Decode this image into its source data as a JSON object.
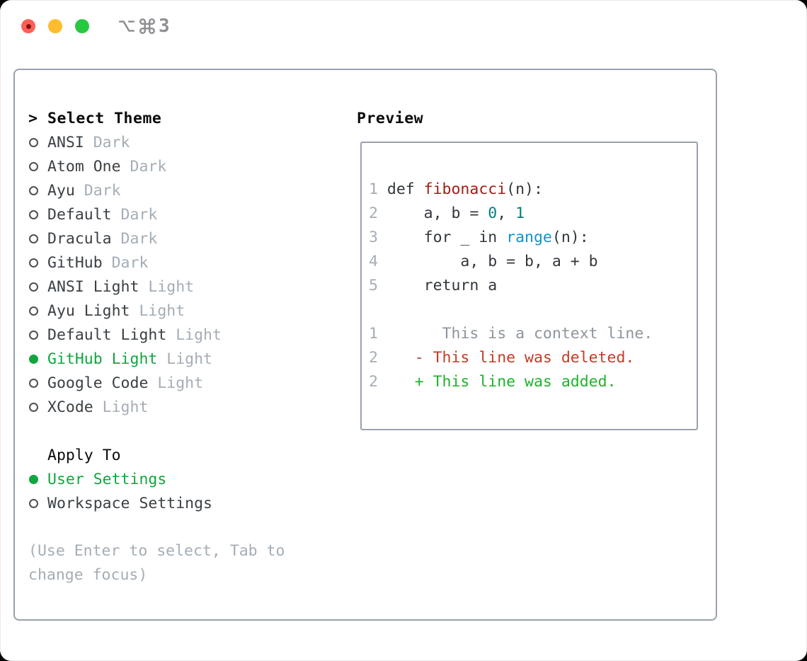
{
  "titlebar": {
    "shortcut_icons": [
      "option-key-icon",
      "command-key-icon"
    ],
    "shortcut_digit": "3"
  },
  "left": {
    "prompt": ">",
    "title": "Select Theme",
    "themes": [
      {
        "name": "ANSI",
        "variant": "Dark",
        "selected": false
      },
      {
        "name": "Atom One",
        "variant": "Dark",
        "selected": false
      },
      {
        "name": "Ayu",
        "variant": "Dark",
        "selected": false
      },
      {
        "name": "Default",
        "variant": "Dark",
        "selected": false
      },
      {
        "name": "Dracula",
        "variant": "Dark",
        "selected": false
      },
      {
        "name": "GitHub",
        "variant": "Dark",
        "selected": false
      },
      {
        "name": "ANSI Light",
        "variant": "Light",
        "selected": false
      },
      {
        "name": "Ayu Light",
        "variant": "Light",
        "selected": false
      },
      {
        "name": "Default Light",
        "variant": "Light",
        "selected": false
      },
      {
        "name": "GitHub Light",
        "variant": "Light",
        "selected": true
      },
      {
        "name": "Google Code",
        "variant": "Light",
        "selected": false
      },
      {
        "name": "XCode",
        "variant": "Light",
        "selected": false
      }
    ],
    "apply_title": "Apply To",
    "apply_options": [
      {
        "name": "User Settings",
        "selected": true
      },
      {
        "name": "Workspace Settings",
        "selected": false
      }
    ],
    "help": "(Use Enter to select, Tab to change focus)"
  },
  "preview": {
    "title": "Preview",
    "python_lines": [
      {
        "num": "1",
        "tokens": [
          {
            "text": "def ",
            "style": "plain"
          },
          {
            "text": "fibonacci",
            "style": "function"
          },
          {
            "text": "(n):",
            "style": "plain"
          }
        ]
      },
      {
        "num": "2",
        "tokens": [
          {
            "text": "    a, b = ",
            "style": "plain"
          },
          {
            "text": "0",
            "style": "number"
          },
          {
            "text": ", ",
            "style": "plain"
          },
          {
            "text": "1",
            "style": "number"
          }
        ]
      },
      {
        "num": "3",
        "tokens": [
          {
            "text": "    for _ in ",
            "style": "plain"
          },
          {
            "text": "range",
            "style": "builtin"
          },
          {
            "text": "(n):",
            "style": "plain"
          }
        ]
      },
      {
        "num": "4",
        "tokens": [
          {
            "text": "        a, b = b, a + b",
            "style": "plain"
          }
        ]
      },
      {
        "num": "5",
        "tokens": [
          {
            "text": "    return a",
            "style": "plain"
          }
        ]
      }
    ],
    "diff_lines": [
      {
        "num": "1",
        "marker": "",
        "text": "This is a context line.",
        "style": "context"
      },
      {
        "num": "2",
        "marker": "-",
        "text": "This line was deleted.",
        "style": "deleted"
      },
      {
        "num": "2",
        "marker": "+",
        "text": "This line was added.",
        "style": "added"
      }
    ]
  },
  "colors": {
    "tl_close": "#ff5f57",
    "tl_minimize": "#febc2e",
    "tl_zoom": "#28c840",
    "border_gray": "#98a1ac",
    "selection_green": "#10a63e",
    "diff_added": "#1eb32b",
    "diff_deleted": "#c43b26",
    "code_function": "#a01f17",
    "code_number": "#008080",
    "code_builtin": "#1292cd"
  }
}
